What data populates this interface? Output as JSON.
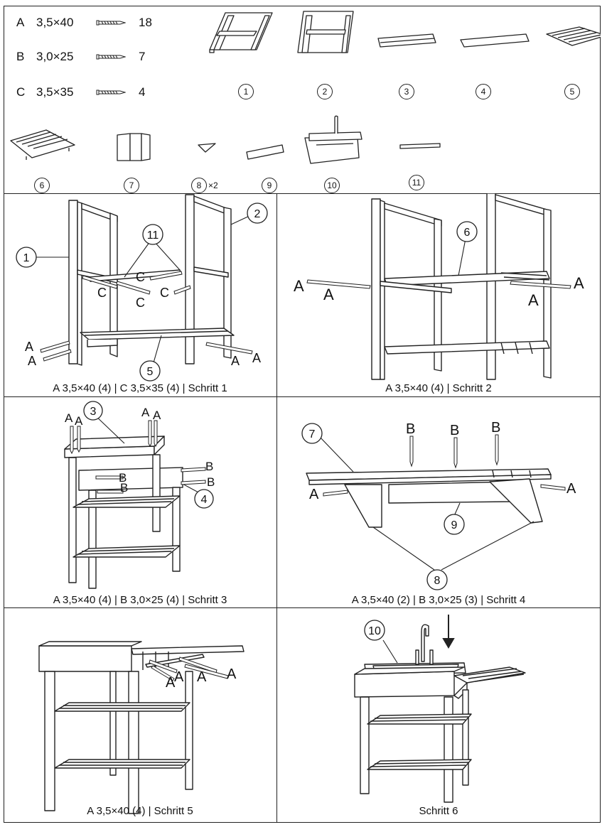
{
  "screws": [
    {
      "letter": "A",
      "size": "3,5×40",
      "qty": "18"
    },
    {
      "letter": "B",
      "size": "3,0×25",
      "qty": "7"
    },
    {
      "letter": "C",
      "size": "3,5×35",
      "qty": "4"
    }
  ],
  "parts": [
    {
      "num": "1"
    },
    {
      "num": "2"
    },
    {
      "num": "3"
    },
    {
      "num": "4"
    },
    {
      "num": "5"
    },
    {
      "num": "6"
    },
    {
      "num": "7"
    },
    {
      "num": "8",
      "mult": "×2"
    },
    {
      "num": "9"
    },
    {
      "num": "10"
    },
    {
      "num": "11"
    }
  ],
  "steps": [
    {
      "caption": "A 3,5×40 (4) | C 3,5×35 (4) | Schritt 1"
    },
    {
      "caption": "A 3,5×40 (4) | Schritt 2"
    },
    {
      "caption": "A 3,5×40 (4) | B 3,0×25 (4) | Schritt 3"
    },
    {
      "caption": "A 3,5×40 (2) | B 3,0×25 (3) | Schritt 4"
    },
    {
      "caption": "A 3,5×40 (4) | Schritt 5"
    },
    {
      "caption": "Schritt 6"
    }
  ],
  "labels": {
    "s1": {
      "c1": "1",
      "c2": "2",
      "c11": "11",
      "c5": "5",
      "A": "A",
      "C": "C"
    },
    "s2": {
      "c6": "6",
      "A": "A"
    },
    "s3": {
      "c3": "3",
      "c4": "4",
      "A": "A",
      "B": "B"
    },
    "s4": {
      "c7": "7",
      "c9": "9",
      "c8": "8",
      "A": "A",
      "B": "B"
    },
    "s5": {
      "A": "A"
    },
    "s6": {
      "c10": "10"
    }
  }
}
